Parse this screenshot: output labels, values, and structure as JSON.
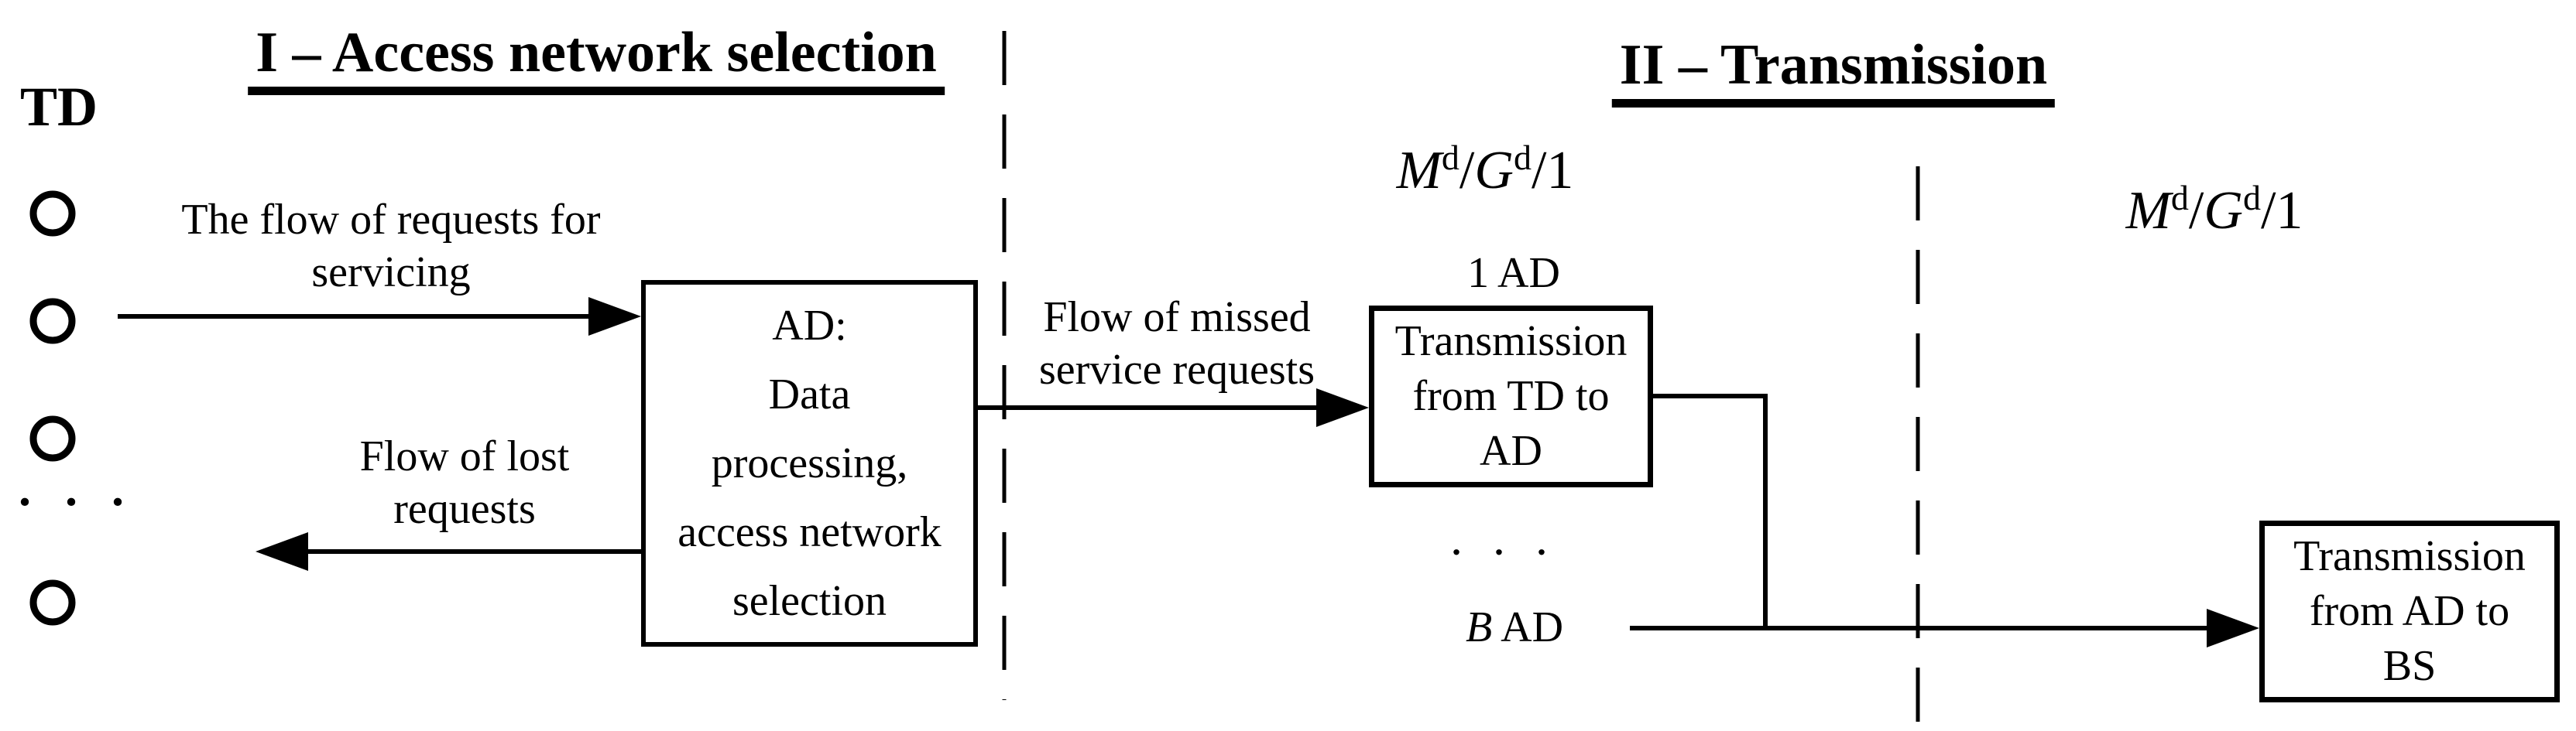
{
  "colors": {
    "ink": "#000000",
    "background": "#ffffff"
  },
  "sections": {
    "access": {
      "title": "I – Access network selection"
    },
    "transmission": {
      "title": "II – Transmission"
    }
  },
  "td_group": {
    "label": "TD",
    "ellipsis": ". . ."
  },
  "flows": {
    "requests": {
      "label": "The flow of requests for\nservicing"
    },
    "lost": {
      "label": "Flow of lost\nrequests"
    },
    "missed": {
      "label": "Flow of missed\nservice requests"
    }
  },
  "ad_node": {
    "label": "AD:\nData\nprocessing,\naccess network\nselection"
  },
  "queue_model": {
    "arrival": "M",
    "arrival_sup": "d",
    "slash1": "/",
    "service": "G",
    "service_sup": "d",
    "slash2": "/",
    "servers": "1"
  },
  "servers": {
    "first_label": "1 AD",
    "ellipsis": ". . .",
    "last_index": "B",
    "last_suffix": " AD"
  },
  "transmission_nodes": {
    "td_to_ad": {
      "label": "Transmission\nfrom TD to\nAD"
    },
    "ad_to_bs": {
      "label": "Transmission\nfrom AD to\nBS"
    }
  }
}
